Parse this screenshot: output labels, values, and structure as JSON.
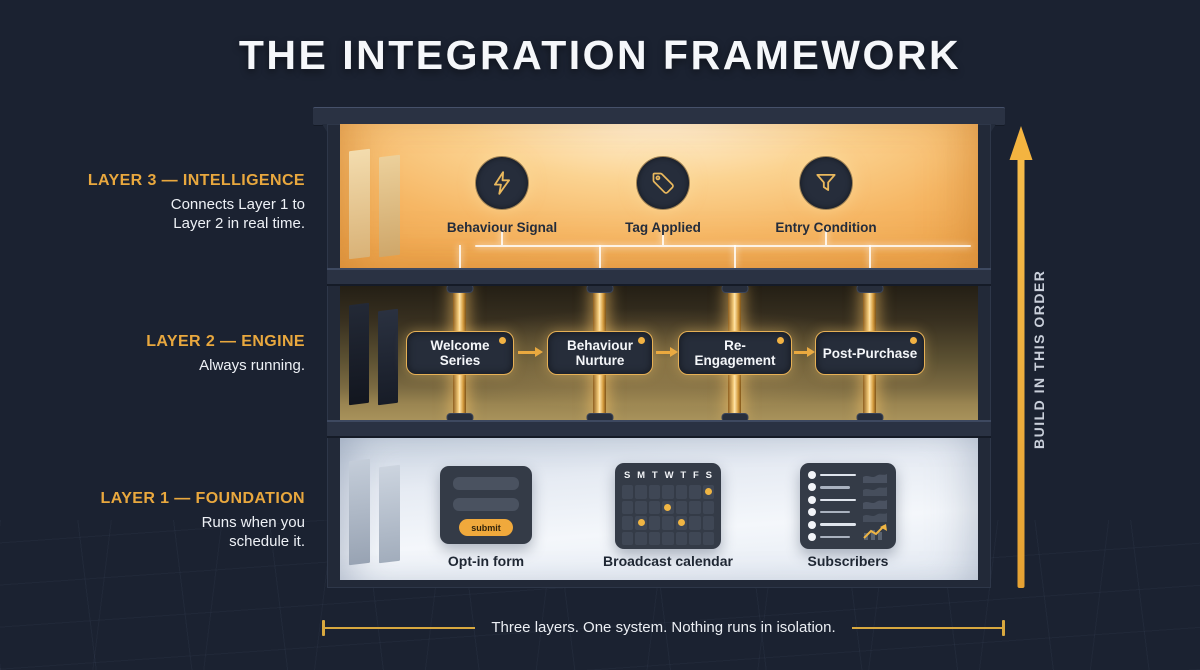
{
  "title": "THE INTEGRATION FRAMEWORK",
  "colors": {
    "background": "#1b2231",
    "gold": "#e9a83e",
    "amber_room": "#f6b765",
    "panel_dark": "#262d3a"
  },
  "side_labels": {
    "layer3": {
      "title": "LAYER 3 — INTELLIGENCE",
      "desc": "Connects Layer 1 to Layer 2 in real time."
    },
    "layer2": {
      "title": "LAYER 2 — ENGINE",
      "desc": "Always running."
    },
    "layer1": {
      "title": "LAYER 1 — FOUNDATION",
      "desc": "Runs when you schedule it."
    }
  },
  "floor3": {
    "items": [
      {
        "label": "Behaviour Signal",
        "icon": "lightning-bolt-icon"
      },
      {
        "label": "Tag Applied",
        "icon": "tag-icon"
      },
      {
        "label": "Entry Condition",
        "icon": "funnel-icon"
      }
    ]
  },
  "floor2": {
    "boxes": [
      {
        "label": "Welcome Series"
      },
      {
        "label": "Behaviour Nurture"
      },
      {
        "label": "Re-Engagement"
      },
      {
        "label": "Post-Purchase"
      }
    ]
  },
  "floor1": {
    "cards": [
      {
        "label": "Opt-in form",
        "button": "submit"
      },
      {
        "label": "Broadcast calendar",
        "days": [
          "S",
          "M",
          "T",
          "W",
          "T",
          "F",
          "S"
        ],
        "dot_cells": [
          6,
          10,
          15,
          18
        ]
      },
      {
        "label": "Subscribers"
      }
    ]
  },
  "right_rail": {
    "label": "BUILD IN THIS ORDER"
  },
  "footer": {
    "caption": "Three layers. One system. Nothing runs in isolation."
  }
}
